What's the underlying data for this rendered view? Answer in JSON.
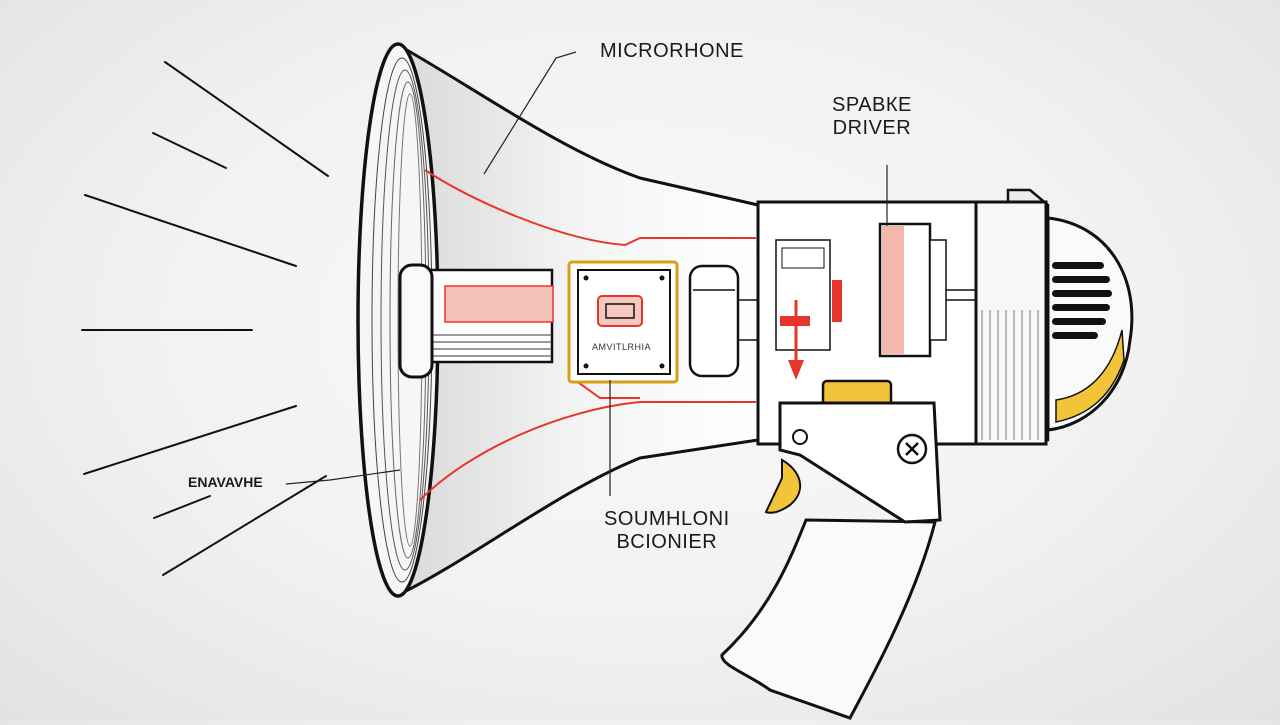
{
  "labels": {
    "microphone": "MICRORHONE",
    "driver_line1": "SPAВКE",
    "driver_line2": "DRIVER",
    "amplifier_line1": "SOUMHLONI",
    "amplifier_line2": "BCIONIER",
    "horn": "ENAVAVHE",
    "circuit_board": "AMVITLRHIA"
  },
  "colors": {
    "outline": "#111111",
    "wire": "#e8352b",
    "accent": "#f2c43a",
    "background": "#f3f3f3"
  }
}
